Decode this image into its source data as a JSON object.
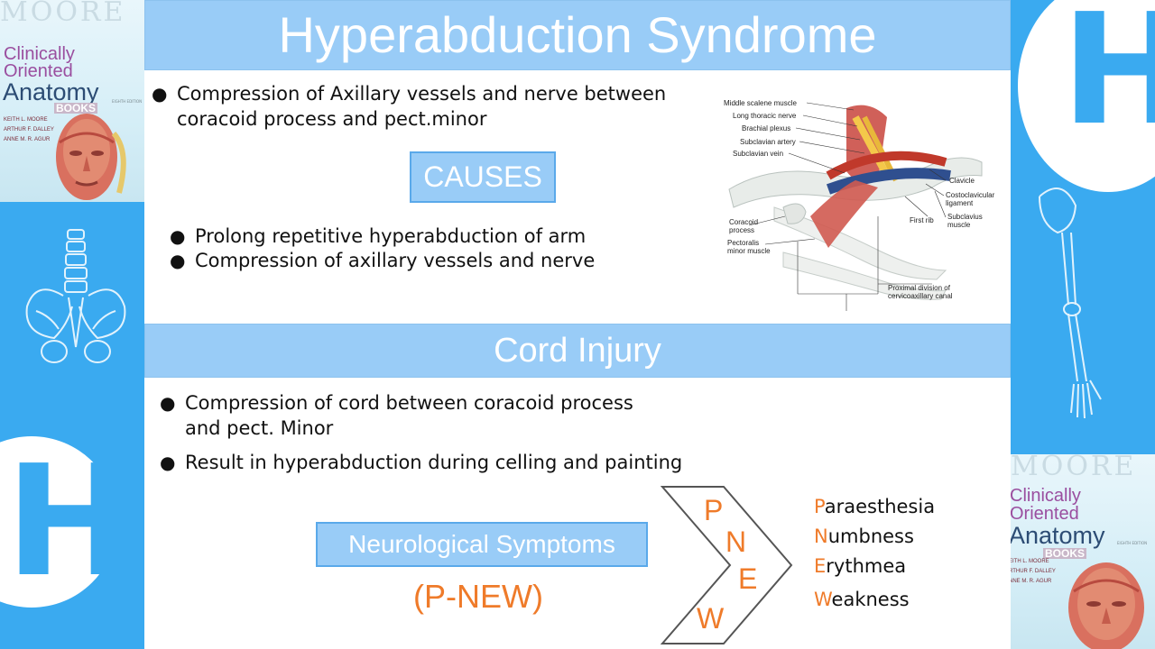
{
  "title": "Hyperabduction Syndrome",
  "intro_bullet": "Compression of Axillary vessels and nerve between coracoid process and pect.minor",
  "causes": {
    "heading": "CAUSES",
    "items": [
      "Prolong repetitive  hyperabduction of arm",
      "Compression of axillary vessels and nerve"
    ]
  },
  "diagram_labels": {
    "middle_scalene": "Middle scalene muscle",
    "long_thoracic": "Long thoracic nerve",
    "brachial_plexus": "Brachial plexus",
    "subclavian_artery": "Subclavian artery",
    "subclavian_vein": "Subclavian vein",
    "clavicle": "Clavicle",
    "costoclavicular_1": "Costoclavicular",
    "costoclavicular_2": "ligament",
    "first_rib": "First rib",
    "subclavius_1": "Subclavius",
    "subclavius_2": "muscle",
    "coracoid_1": "Coracoid",
    "coracoid_2": "process",
    "pectoralis_1": "Pectoralis",
    "pectoralis_2": "minor muscle",
    "proximal_1": "Proximal division of",
    "proximal_2": "cervicoaxillary canal"
  },
  "cord_injury": {
    "heading": "Cord Injury",
    "bullets": [
      "Compression of cord between  coracoid process and pect. Minor",
      "Result in hyperabduction during  celling and painting"
    ]
  },
  "neuro": {
    "label": "Neurological Symptoms",
    "mnemonic": "(P-NEW)",
    "letters": [
      "P",
      "N",
      "E",
      "W"
    ],
    "symptoms": [
      {
        "initial": "P",
        "rest": "araesthesia"
      },
      {
        "initial": "N",
        "rest": "umbness"
      },
      {
        "initial": "E",
        "rest": "rythmea"
      },
      {
        "initial": "W",
        "rest": "eakness"
      }
    ]
  },
  "book": {
    "series": "MOORE",
    "line1": "Clinically",
    "line2": "Oriented",
    "line3": "Anatomy",
    "line4": "BOOKS",
    "edition": "EIGHTH EDITION",
    "authors": [
      "KEITH L. MOORE",
      "ARTHUR F. DALLEY",
      "ANNE M. R. AGUR"
    ]
  },
  "badge_letter": "H",
  "colors": {
    "side_blue": "#3aaaf0",
    "banner_blue": "#99ccf7",
    "accent_orange": "#ef7b2a"
  }
}
